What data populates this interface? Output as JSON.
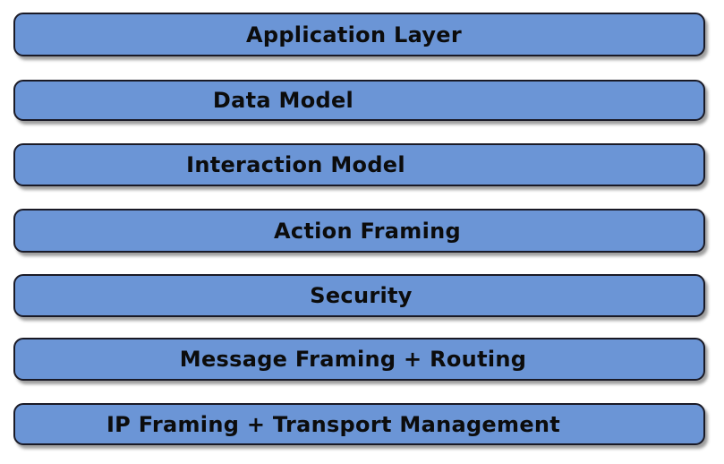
{
  "diagram": {
    "type": "layered-protocol-stack",
    "orientation": "top-to-bottom"
  },
  "layers": [
    {
      "label": "Application Layer"
    },
    {
      "label": "Data Model"
    },
    {
      "label": "Interaction Model"
    },
    {
      "label": "Action Framing"
    },
    {
      "label": "Security"
    },
    {
      "label": "Message Framing + Routing"
    },
    {
      "label": "IP Framing + Transport Management"
    }
  ],
  "colors": {
    "block_fill": "#6B95D6",
    "block_border": "#1A1A26",
    "text": "#0C0C0C",
    "shadow": "#7A7A7A",
    "background": "#FFFFFF"
  }
}
